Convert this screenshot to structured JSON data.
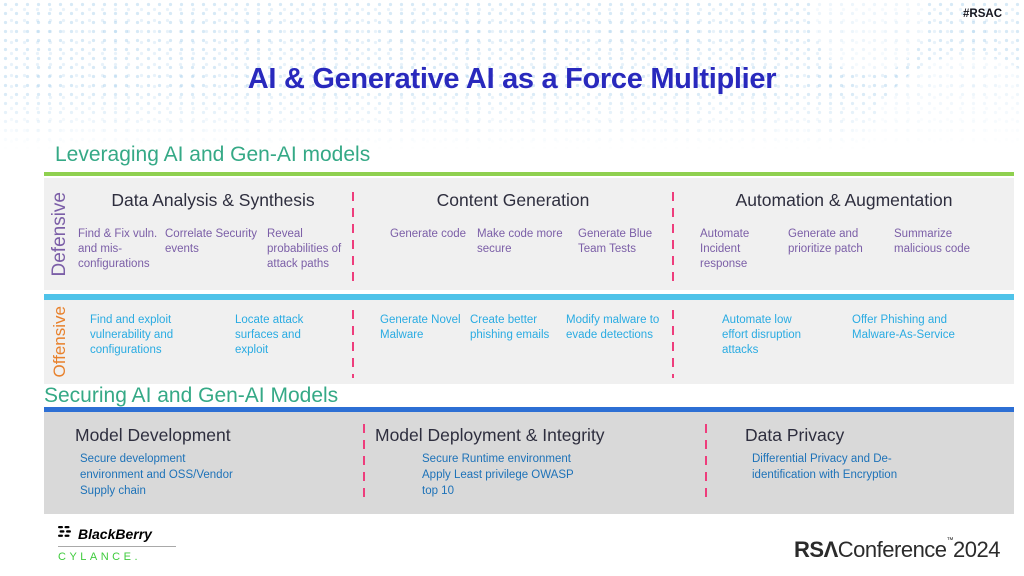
{
  "slide": {
    "hashtag": "#RSAC",
    "title": "AI & Generative AI as a Force Multiplier"
  },
  "leveraging": {
    "heading": "Leveraging AI and Gen-AI models",
    "defensive_label": "Defensive",
    "offensive_label": "Offensive",
    "columns": [
      {
        "header": "Data Analysis & Synthesis",
        "defensive": [
          "Find & Fix vuln. and mis-configurations",
          "Correlate Security events",
          "Reveal probabilities of attack paths"
        ],
        "offensive": [
          "Find and exploit vulnerability and configurations",
          "Locate attack surfaces and exploit"
        ]
      },
      {
        "header": "Content Generation",
        "defensive": [
          "Generate code",
          "Make code more secure",
          "Generate Blue Team Tests"
        ],
        "offensive": [
          "Generate Novel Malware",
          "Create better phishing emails",
          "Modify malware to evade detections"
        ]
      },
      {
        "header": "Automation & Augmentation",
        "defensive": [
          "Automate Incident response",
          "Generate and prioritize patch",
          "Summarize malicious code"
        ],
        "offensive": [
          "Automate low effort disruption attacks",
          "Offer Phishing and Malware-As-Service"
        ]
      }
    ]
  },
  "securing": {
    "heading": "Securing AI and Gen-AI Models",
    "columns": [
      {
        "header": "Model Development",
        "body": "Secure development\nenvironment and OSS/Vendor\nSupply chain"
      },
      {
        "header": "Model Deployment & Integrity",
        "body": "Secure Runtime environment\nApply Least privilege OWASP\ntop 10"
      },
      {
        "header": "Data Privacy",
        "body": "Differential Privacy and De-\nidentification with Encryption"
      }
    ]
  },
  "footer": {
    "blackberry": "BlackBerry",
    "cylance": "CYLANCE.",
    "rsa_prefix": "RSΛ",
    "rsa_name": "Conference",
    "rsa_tm": "™",
    "rsa_year": "2024"
  },
  "colors": {
    "title_blue": "#2929bd",
    "section_teal": "#35a986",
    "bar_green": "#8fd04f",
    "bar_cyan": "#4fc3e9",
    "bar_blue": "#2d6fd4",
    "defensive_purple": "#7b5ea7",
    "offensive_orange": "#e8812c",
    "offensive_cyan": "#29abe2",
    "securing_blue": "#1d72b8",
    "divider_pink": "#ee3d7c",
    "panel_light": "#f0f0f0",
    "panel_dark": "#d9d9d9",
    "cylance_green": "#3ecb3c"
  }
}
